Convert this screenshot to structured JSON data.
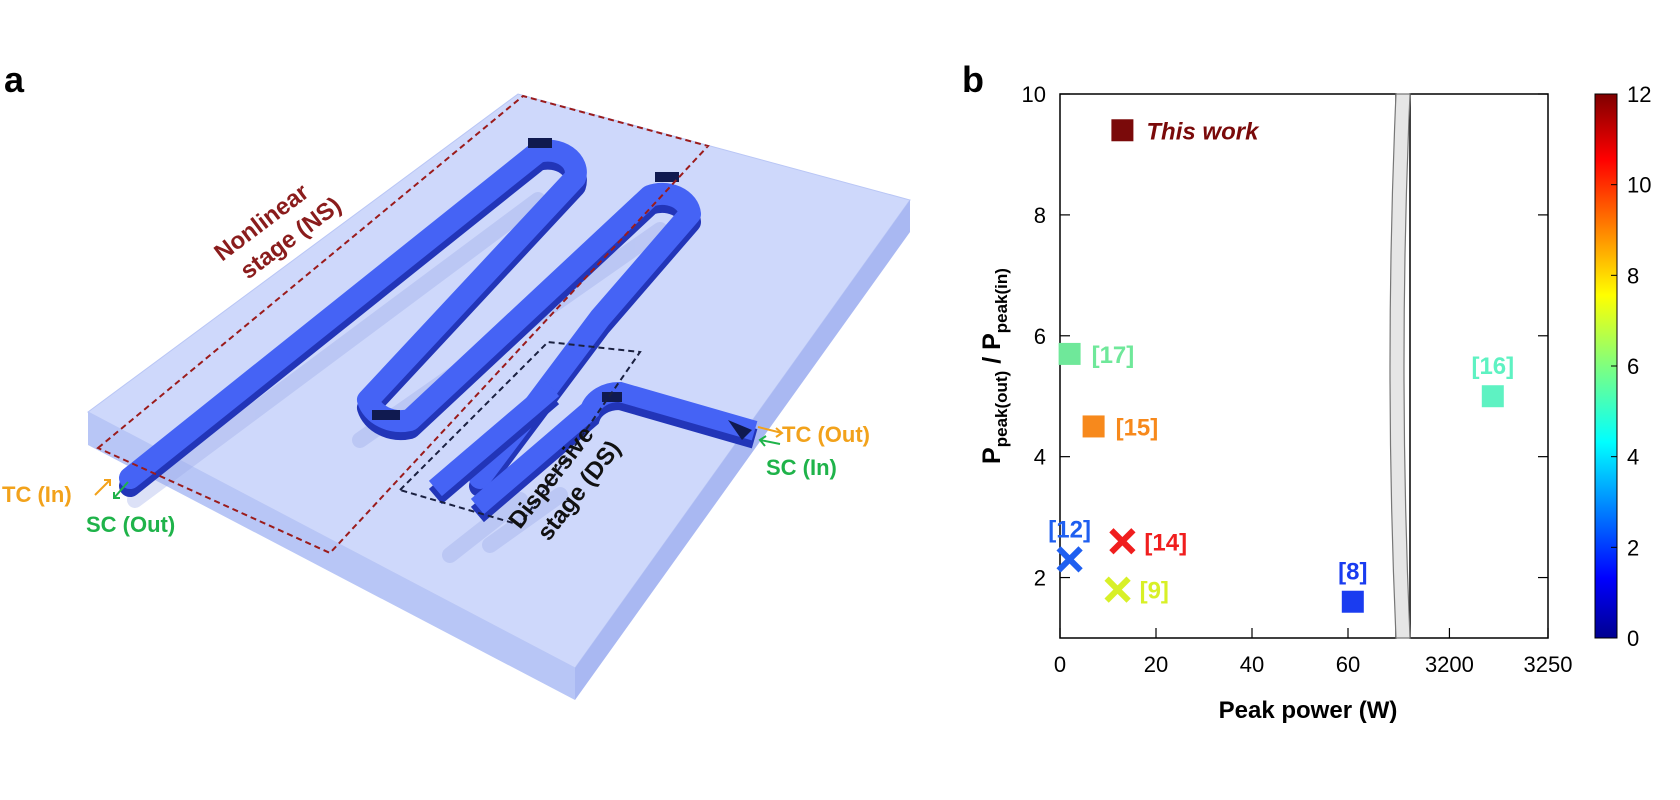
{
  "panel_a": {
    "panel_label": "a",
    "labels": {
      "ns_line1": "Nonlinear",
      "ns_line2": "stage (NS)",
      "ds_line1": "Dispersive",
      "ds_line2": "stage (DS)",
      "tc_in": "TC (In)",
      "sc_out": "SC (Out)",
      "tc_out": "TC (Out)",
      "sc_in": "SC (In)"
    },
    "colors": {
      "waveguide": "#3d56f0",
      "substrate": "#c9d4fa",
      "ns_box": "#9b1b1b",
      "ds_box": "#1a2040",
      "tc_label": "#f2a21b",
      "sc_label": "#1fb34a",
      "ns_label": "#8a1c1c"
    }
  },
  "panel_b": {
    "panel_label": "b",
    "xlabel": "Peak power (W)",
    "ylabel_main": "P",
    "ylabel_sub_out": "peak(out)",
    "ylabel_slash": " / P",
    "ylabel_sub_in": "peak(in)"
  },
  "chart_data": {
    "type": "scatter",
    "xlabel": "Peak power (W)",
    "ylabel": "P_peak(out) / P_peak(in)",
    "ylim": [
      1,
      10
    ],
    "yticks": [
      2,
      4,
      6,
      8,
      10
    ],
    "broken_axis": true,
    "x_left": {
      "range": [
        0,
        70
      ],
      "ticks": [
        0,
        20,
        40,
        60
      ]
    },
    "x_right": {
      "range": [
        3180,
        3250
      ],
      "ticks": [
        3200,
        3250
      ]
    },
    "colorbar": {
      "range": [
        0,
        12
      ],
      "ticks": [
        0,
        2,
        4,
        6,
        8,
        10,
        12
      ],
      "colormap": "jet"
    },
    "points": [
      {
        "label": "This work",
        "x": 13,
        "y": 9.4,
        "marker": "square",
        "color": "#7a0a0a",
        "segment": "left"
      },
      {
        "label": "[17]",
        "x": 2,
        "y": 5.7,
        "marker": "square",
        "color": "#6fe89a",
        "segment": "left"
      },
      {
        "label": "[15]",
        "x": 7,
        "y": 4.5,
        "marker": "square",
        "color": "#f7891c",
        "segment": "left"
      },
      {
        "label": "[12]",
        "x": 2,
        "y": 2.3,
        "marker": "cross",
        "color": "#1f5ff0",
        "segment": "left"
      },
      {
        "label": "[14]",
        "x": 13,
        "y": 2.6,
        "marker": "cross",
        "color": "#f01e1e",
        "segment": "left"
      },
      {
        "label": "[9]",
        "x": 12,
        "y": 1.8,
        "marker": "cross",
        "color": "#d8f027",
        "segment": "left"
      },
      {
        "label": "[8]",
        "x": 61,
        "y": 1.6,
        "marker": "square",
        "color": "#1a3cf0",
        "segment": "left"
      },
      {
        "label": "[16]",
        "x": 3222,
        "y": 5.0,
        "marker": "square",
        "color": "#5ef2c2",
        "segment": "right"
      }
    ]
  }
}
